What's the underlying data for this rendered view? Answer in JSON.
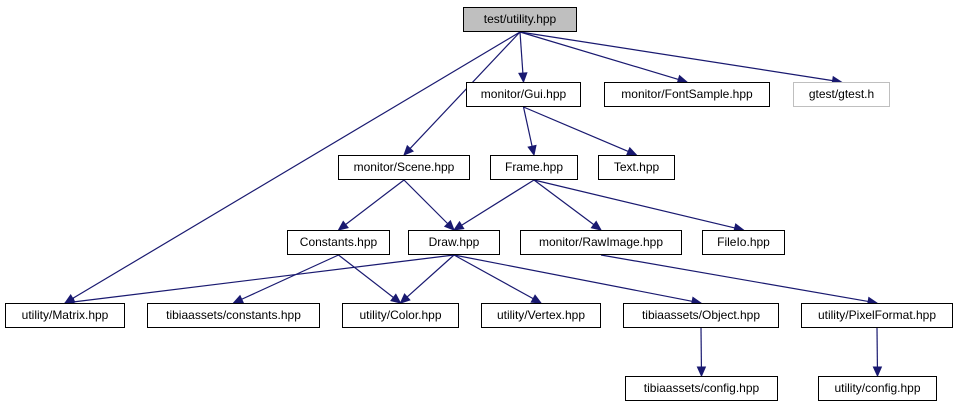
{
  "diagram": {
    "colors": {
      "edge": "#191970",
      "root_fill": "#bfbfbf",
      "node_border": "#000000",
      "external_border": "#bfbfbf"
    },
    "nodes": {
      "test_utility": "test/utility.hpp",
      "monitor_gui": "monitor/Gui.hpp",
      "monitor_fontsample": "monitor/FontSample.hpp",
      "gtest": "gtest/gtest.h",
      "monitor_scene": "monitor/Scene.hpp",
      "frame": "Frame.hpp",
      "text": "Text.hpp",
      "constants": "Constants.hpp",
      "draw": "Draw.hpp",
      "monitor_rawimage": "monitor/RawImage.hpp",
      "fileio": "FileIo.hpp",
      "utility_matrix": "utility/Matrix.hpp",
      "tibia_constants": "tibiaassets/constants.hpp",
      "utility_color": "utility/Color.hpp",
      "utility_vertex": "utility/Vertex.hpp",
      "tibia_object": "tibiaassets/Object.hpp",
      "utility_pixelformat": "utility/PixelFormat.hpp",
      "tibia_config": "tibiaassets/config.hpp",
      "utility_config": "utility/config.hpp"
    },
    "edges": [
      [
        "test_utility",
        "monitor_gui"
      ],
      [
        "test_utility",
        "monitor_fontsample"
      ],
      [
        "test_utility",
        "gtest"
      ],
      [
        "test_utility",
        "monitor_scene"
      ],
      [
        "test_utility",
        "utility_matrix"
      ],
      [
        "monitor_gui",
        "frame"
      ],
      [
        "monitor_gui",
        "text"
      ],
      [
        "monitor_scene",
        "constants"
      ],
      [
        "monitor_scene",
        "draw"
      ],
      [
        "frame",
        "draw"
      ],
      [
        "frame",
        "monitor_rawimage"
      ],
      [
        "frame",
        "fileio"
      ],
      [
        "constants",
        "tibia_constants"
      ],
      [
        "constants",
        "utility_color"
      ],
      [
        "draw",
        "utility_matrix"
      ],
      [
        "draw",
        "utility_color"
      ],
      [
        "draw",
        "utility_vertex"
      ],
      [
        "draw",
        "tibia_object"
      ],
      [
        "monitor_rawimage",
        "utility_pixelformat"
      ],
      [
        "tibia_object",
        "tibia_config"
      ],
      [
        "utility_pixelformat",
        "utility_config"
      ]
    ]
  }
}
